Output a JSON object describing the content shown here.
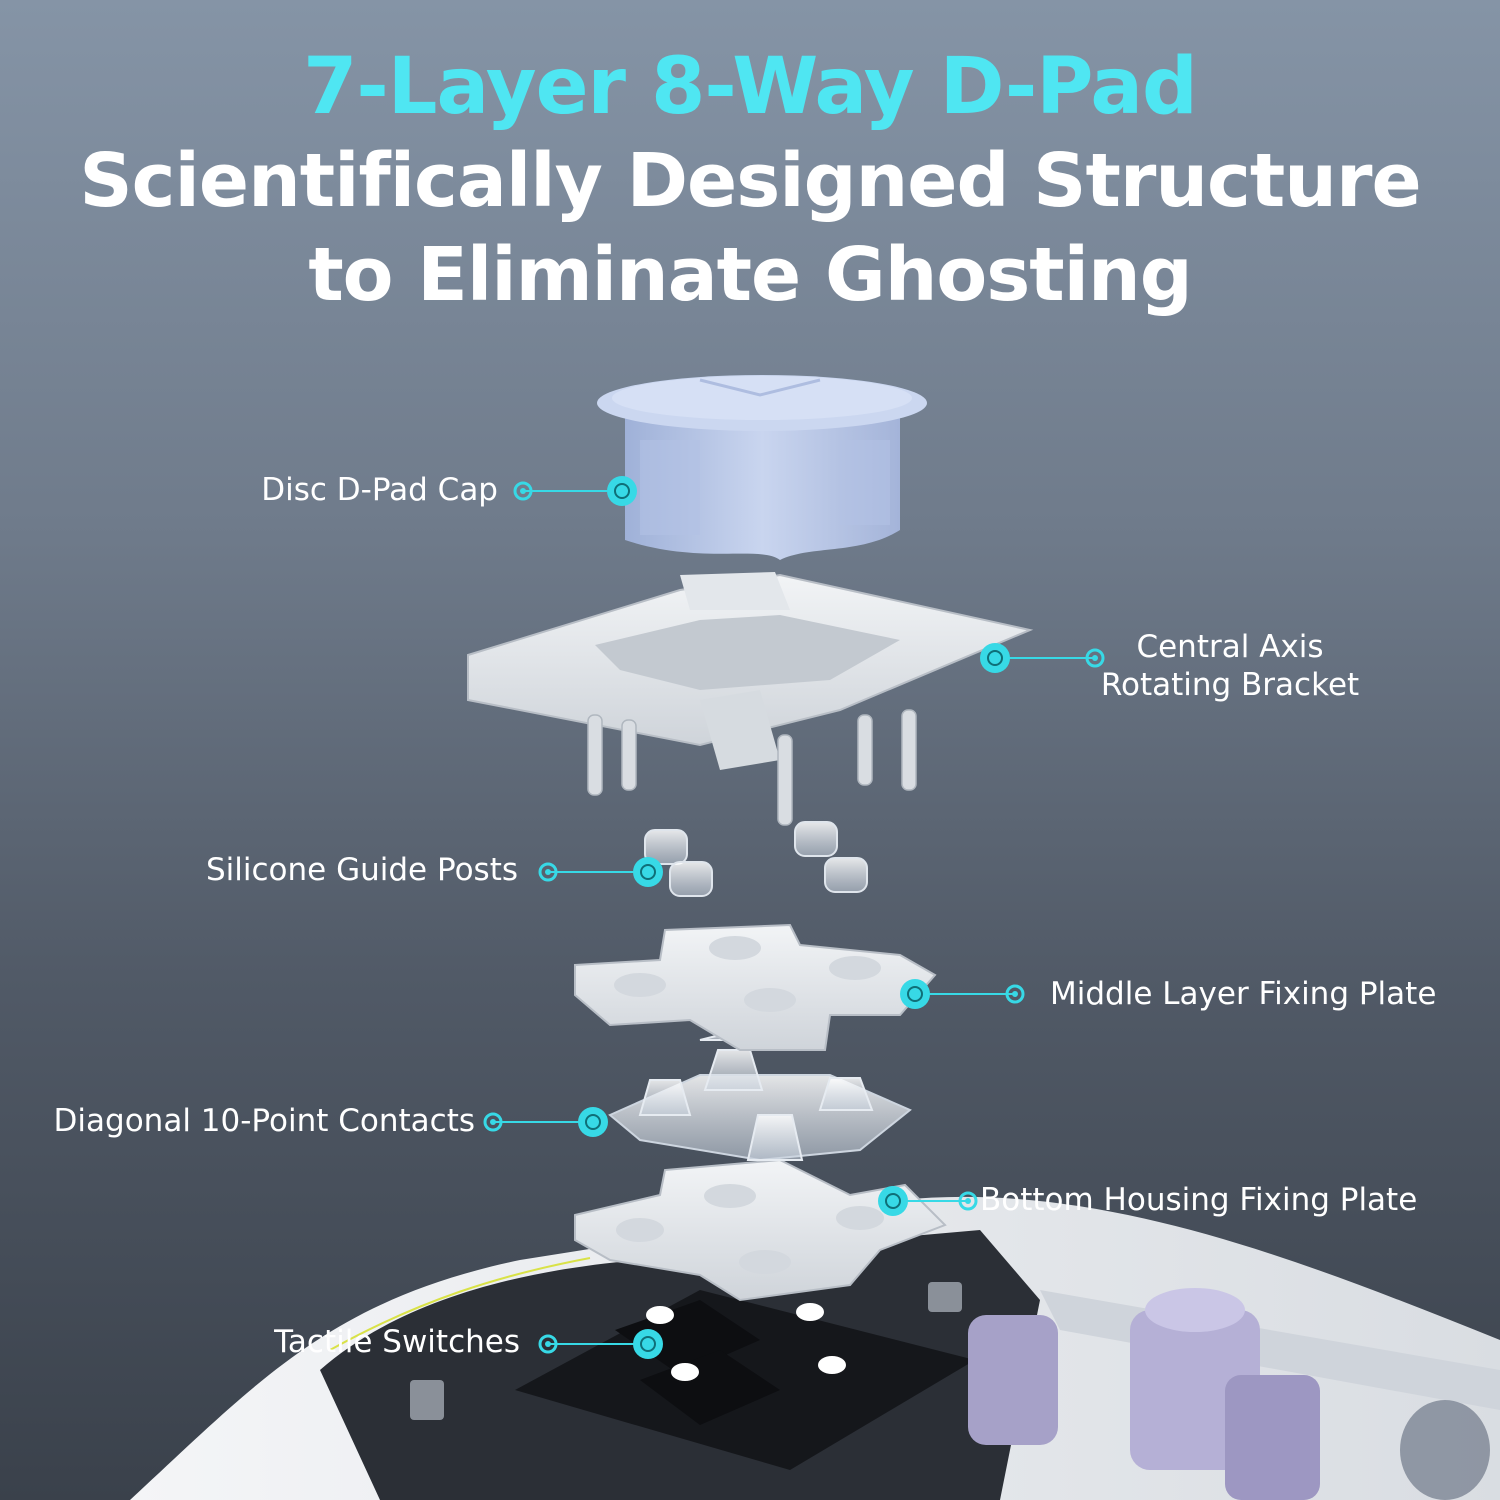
{
  "header": {
    "title": "7-Layer 8-Way D-Pad",
    "subtitle_line1": "Scientifically Designed Structure",
    "subtitle_line2": "to Eliminate Ghosting"
  },
  "labels": {
    "disc_cap": "Disc D-Pad Cap",
    "axis_line1": "Central Axis",
    "axis_line2": "Rotating Bracket",
    "guide_posts": "Silicone Guide Posts",
    "middle_plate": "Middle Layer Fixing Plate",
    "contacts": "Diagonal 10-Point Contacts",
    "bottom_plate": "Bottom Housing Fixing Plate",
    "switches": "Tactile Switches"
  },
  "colors": {
    "accent": "#4fe6f2",
    "text": "#ffffff",
    "cap": "#b9c7e6",
    "plastic": "#e9ecef",
    "pcb": "#1b1d22"
  }
}
